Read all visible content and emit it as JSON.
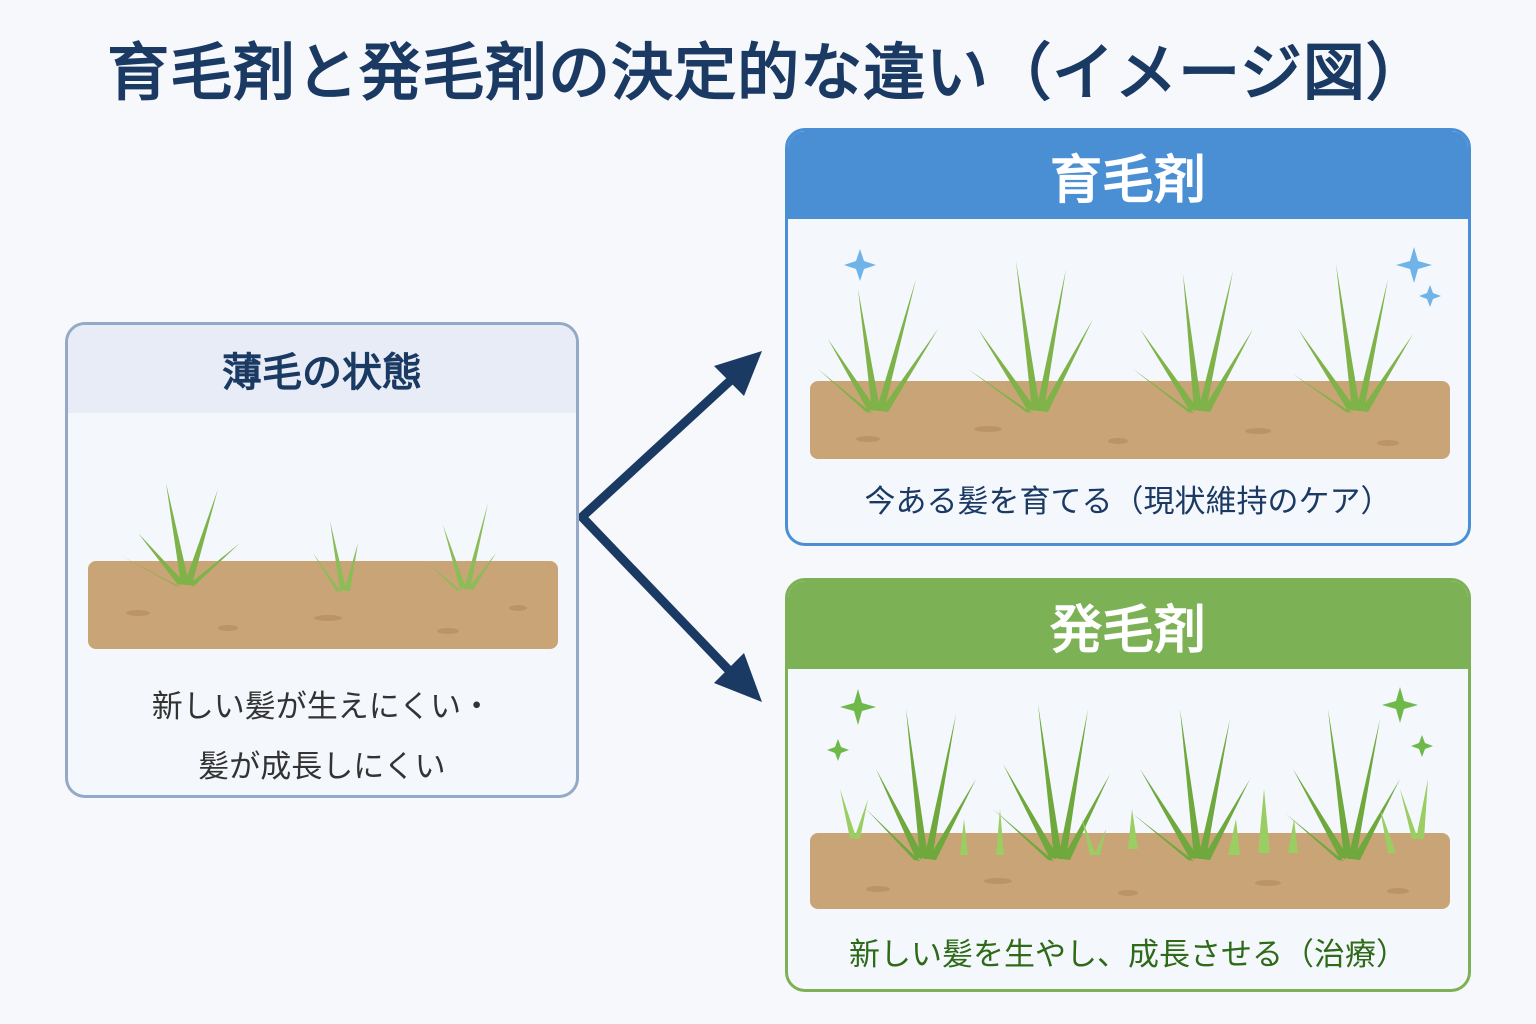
{
  "title": "育毛剤と発毛剤の決定的な違い（イメージ図）",
  "thin_hair_panel": {
    "header": "薄毛の状態",
    "caption_line1": "新しい髪が生えにくい・",
    "caption_line2": "髪が成長しにくい"
  },
  "growth_tonic_panel": {
    "header": "育毛剤",
    "caption": "今ある髪を育てる（現状維持のケア）"
  },
  "hair_restorer_panel": {
    "header": "発毛剤",
    "caption": "新しい髪を生やし、成長させる（治療）"
  },
  "colors": {
    "title": "#1b3a63",
    "arrow": "#1b3a63",
    "growth_tonic_accent": "#4a8fd4",
    "hair_restorer_accent": "#7db155",
    "soil": "#c9a477",
    "grass": "#7fb34a"
  },
  "icons": [
    "sparkle-icon",
    "grass-tuft",
    "soil-strip",
    "arrow-up-right",
    "arrow-down-right"
  ]
}
